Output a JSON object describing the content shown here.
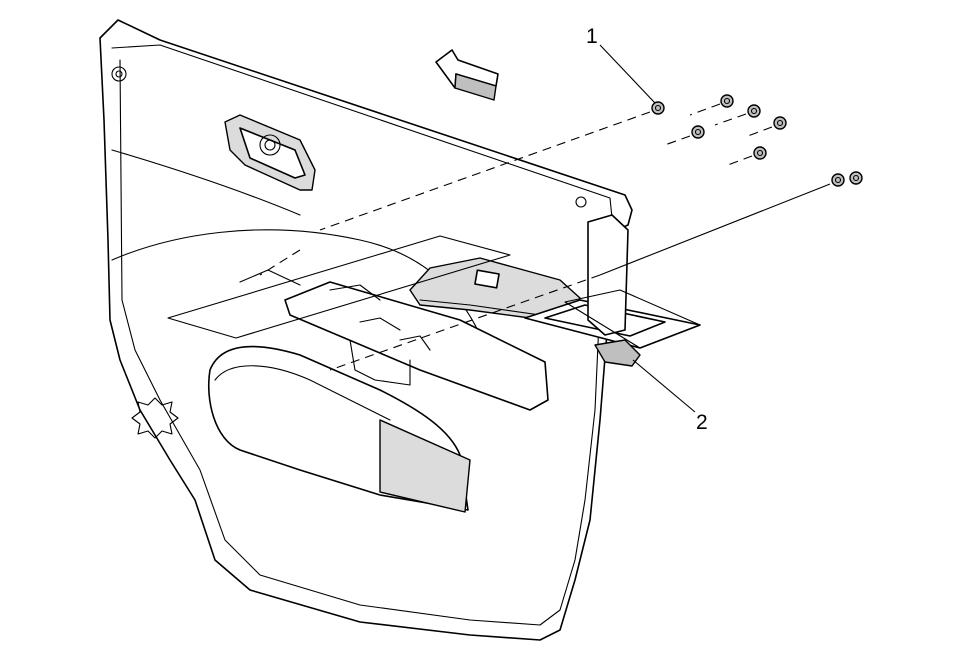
{
  "diagram": {
    "callouts": [
      {
        "id": "1",
        "label": "1"
      },
      {
        "id": "2",
        "label": "2"
      }
    ],
    "colors": {
      "line": "#000000",
      "shade": "#dcdcdc",
      "background": "#ffffff"
    },
    "icons": [
      "direction-arrow-icon",
      "screw-icon",
      "door-panel-illustration"
    ]
  }
}
